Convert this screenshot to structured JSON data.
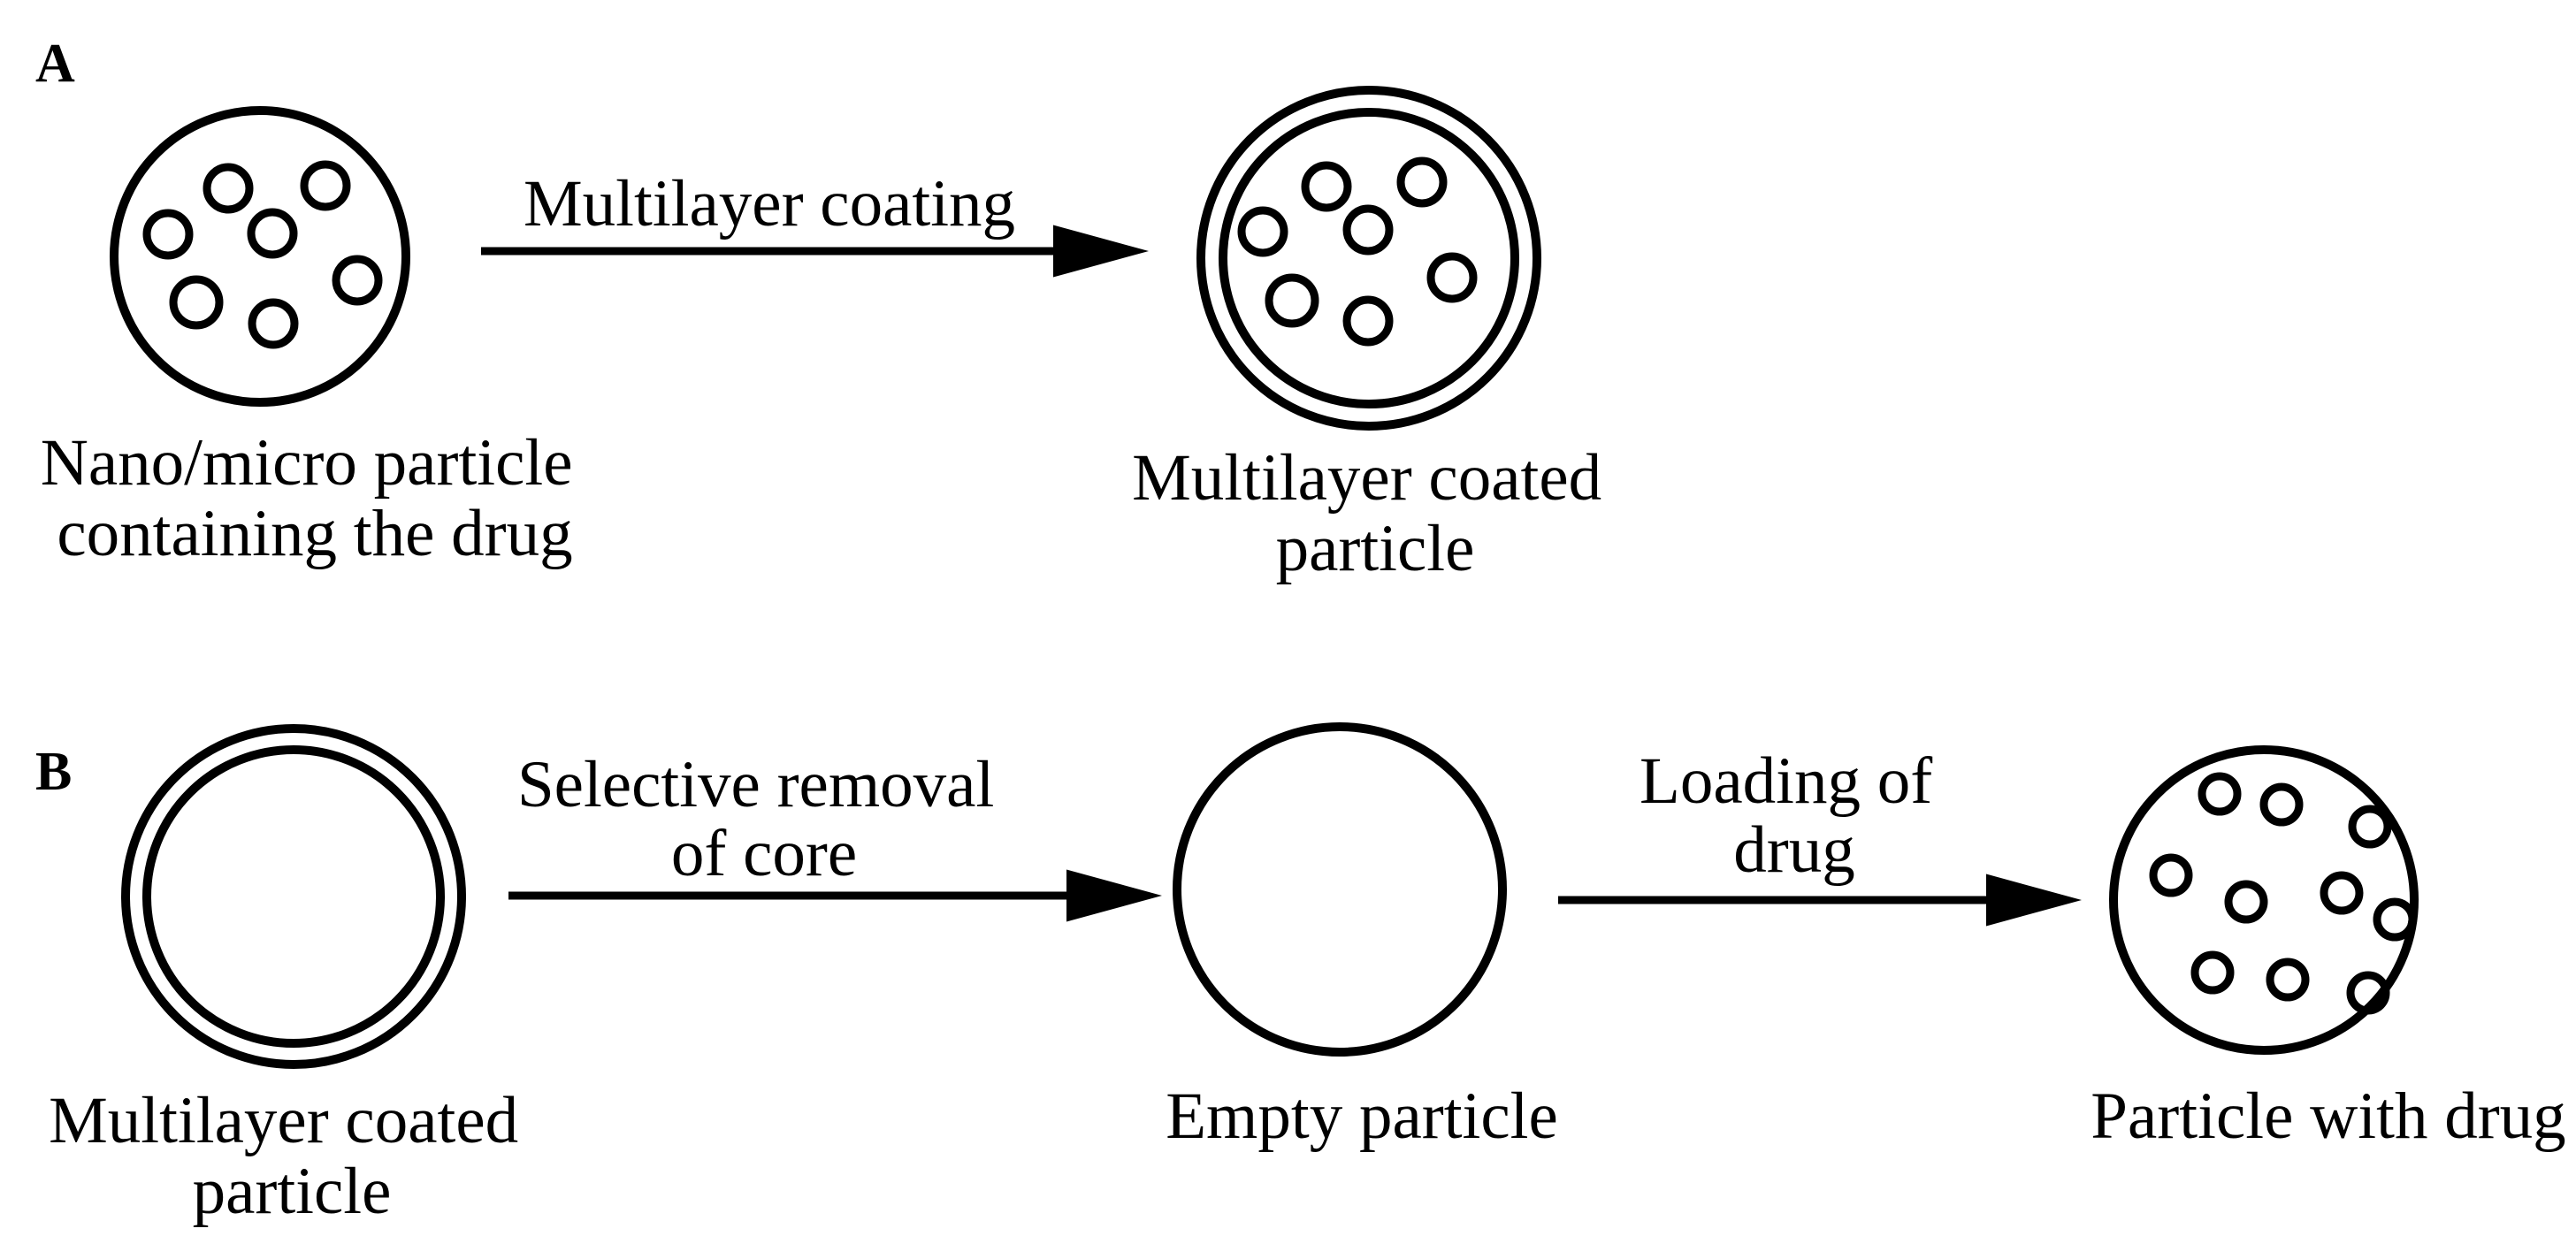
{
  "panel_a": {
    "label": "A",
    "start_caption": [
      "Nano/micro particle",
      "containing the drug"
    ],
    "arrow_label": [
      "Multilayer coating"
    ],
    "end_caption": [
      "Multilayer coated",
      "particle"
    ]
  },
  "panel_b": {
    "label": "B",
    "start_caption": [
      "Multilayer coated",
      "particle"
    ],
    "arrow1_label": [
      "Selective removal",
      "of core"
    ],
    "middle_caption": [
      "Empty particle"
    ],
    "arrow2_label": [
      "Loading of",
      "drug"
    ],
    "end_caption": [
      "Particle with drug"
    ]
  },
  "colors": {
    "line": "#000000",
    "background": "#ffffff"
  }
}
